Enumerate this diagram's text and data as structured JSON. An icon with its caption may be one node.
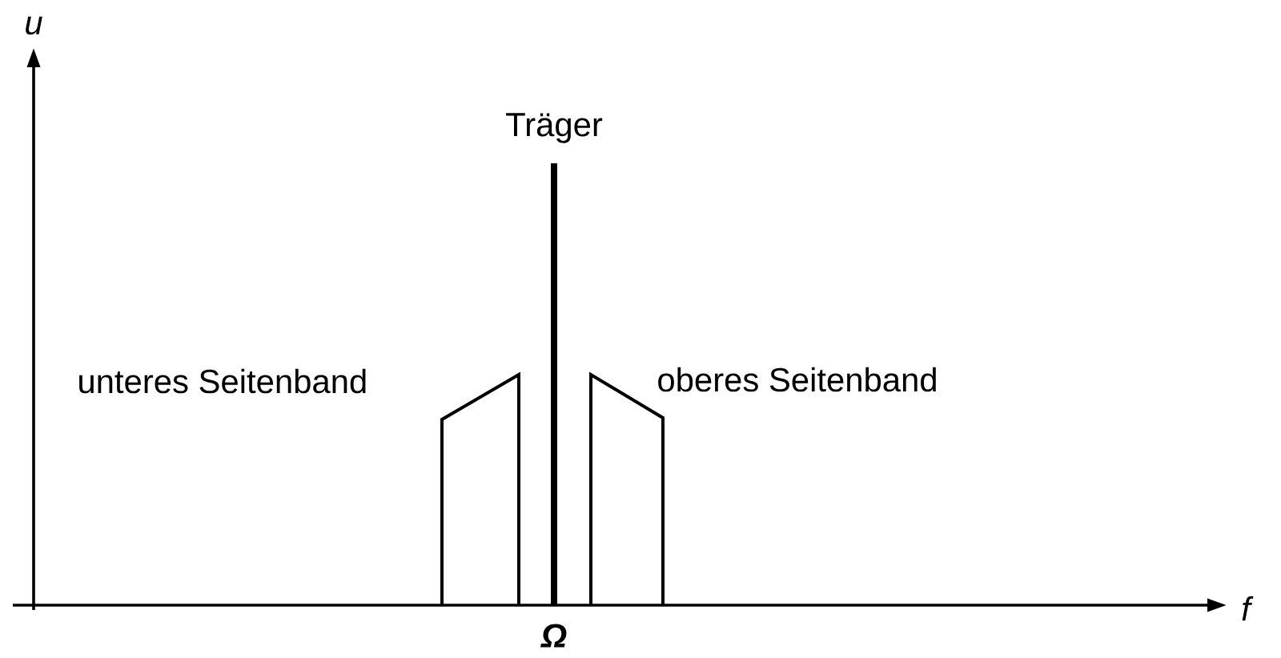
{
  "diagram": {
    "labels": [
      "u",
      "Träger",
      "unteres Seitenband",
      "oberes Seitenband",
      "f",
      "Ω"
    ]
  }
}
